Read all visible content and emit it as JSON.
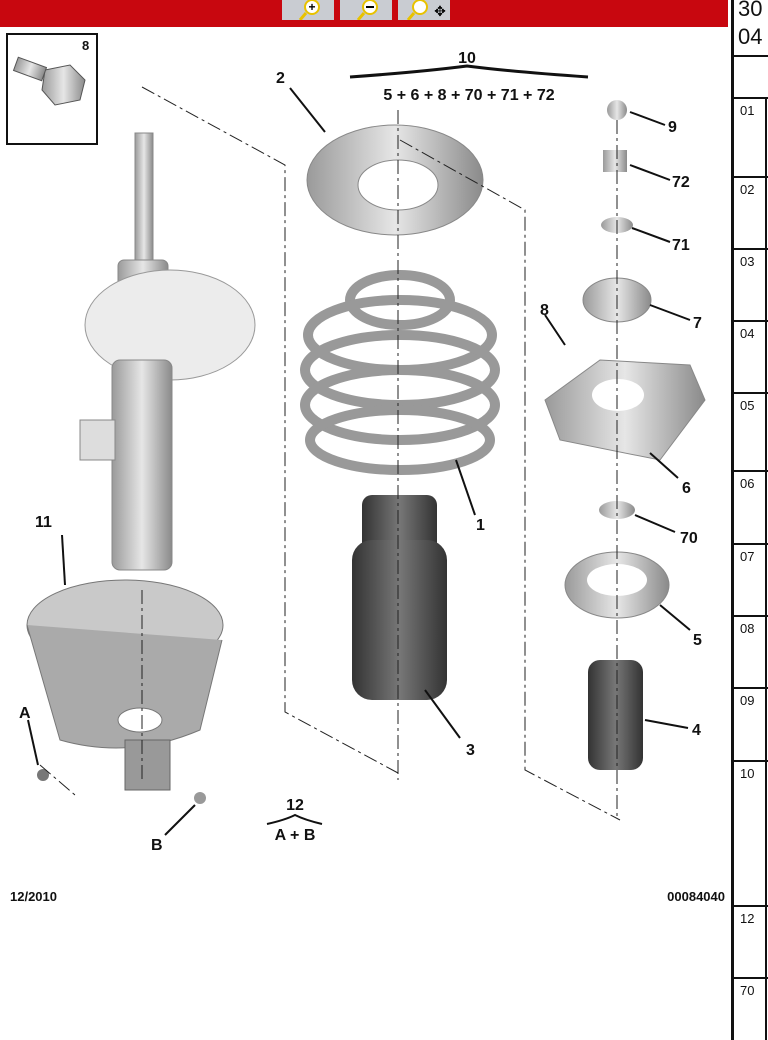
{
  "toolbar": {
    "zoom_in": "zoom-in",
    "zoom_out": "zoom-out",
    "zoom_pan": "zoom-pan",
    "color": "#c8070f"
  },
  "diagram": {
    "date": "12/2010",
    "ref": "00084040",
    "group10": {
      "num": "10",
      "items": "5 + 6 + 8 + 70 + 71 + 72"
    },
    "group12": {
      "num": "12",
      "items": "A + B"
    },
    "inset": "8",
    "labels": {
      "l1": "1",
      "l2": "2",
      "l3": "3",
      "l4": "4",
      "l5": "5",
      "l6": "6",
      "l7": "7",
      "l8": "8",
      "l9": "9",
      "l11": "11",
      "l70": "70",
      "l71": "71",
      "l72": "72",
      "lA": "A",
      "lB": "B"
    }
  },
  "panel": {
    "header1": "30",
    "header2": "04",
    "rows": [
      "01",
      "02",
      "03",
      "04",
      "05",
      "06",
      "07",
      "08",
      "09",
      "10",
      "12",
      "70"
    ]
  }
}
